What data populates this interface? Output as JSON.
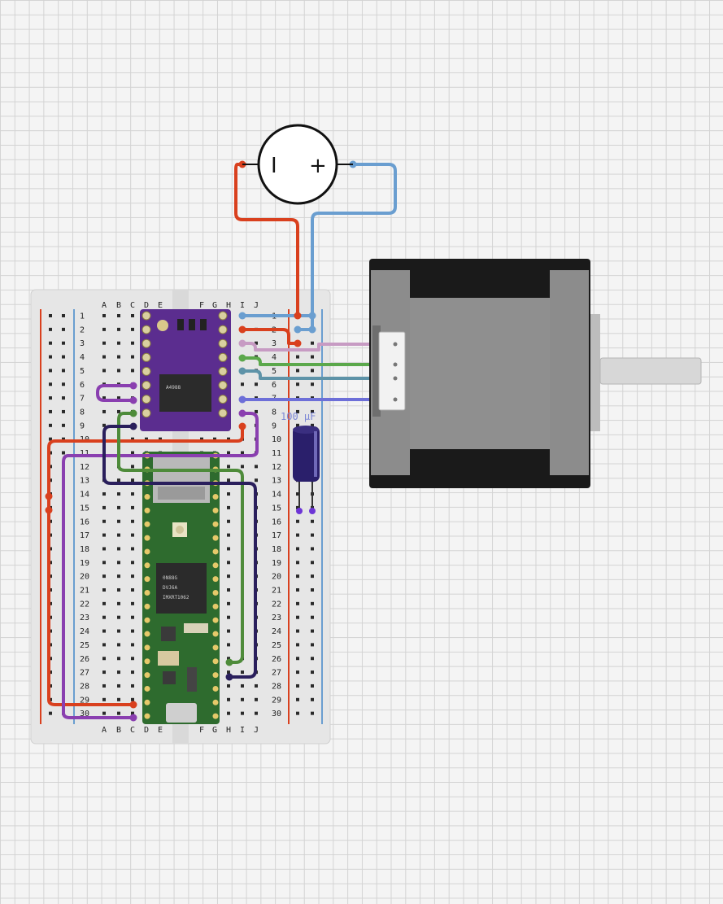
{
  "breadboard": {
    "columns_left": [
      "A",
      "B",
      "C",
      "D",
      "E"
    ],
    "columns_right": [
      "F",
      "G",
      "H",
      "I",
      "J"
    ],
    "row_count": 30
  },
  "battery": {
    "minus_symbol": "I",
    "plus_symbol": "+"
  },
  "capacitor": {
    "label": "100 µF"
  },
  "stepper_driver": {
    "marking": "A4988"
  },
  "microcontroller": {
    "chip_text": [
      "IMXRT1062",
      "DVJ6A",
      "0N88G"
    ]
  },
  "colors": {
    "wire_red": "#d9401e",
    "wire_blue": "#6a9ed0",
    "wire_pink": "#c79bc3",
    "wire_green": "#5ba84b",
    "wire_teal": "#5e93a8",
    "wire_violet": "#6d6fd8",
    "wire_purple": "#8a3fb0",
    "wire_navy": "#2a1f5c",
    "wire_darkgreen": "#4e8b3a",
    "board_purple": "#5b2d8f",
    "board_green": "#2e6b2e",
    "motor_gray": "#8c8c8c"
  }
}
